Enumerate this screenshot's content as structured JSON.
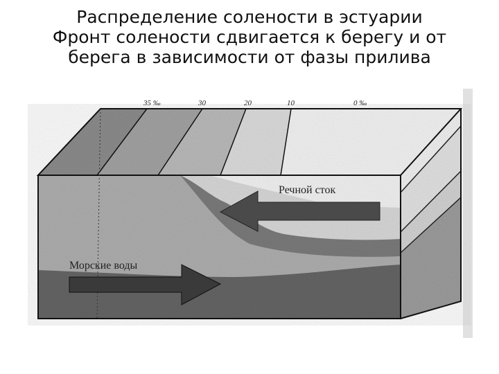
{
  "title": {
    "line1": "Распределение солености в эстуарии",
    "line2": "Фронт солености сдвигается к берегу и от",
    "line3": "берега в зависимости от фазы прилива"
  },
  "diagram": {
    "salinity_labels": [
      "35 ‰",
      "30",
      "20",
      "10",
      "0 ‰"
    ],
    "river_flow_label": "Речной сток",
    "sea_water_label": "Морские воды"
  }
}
